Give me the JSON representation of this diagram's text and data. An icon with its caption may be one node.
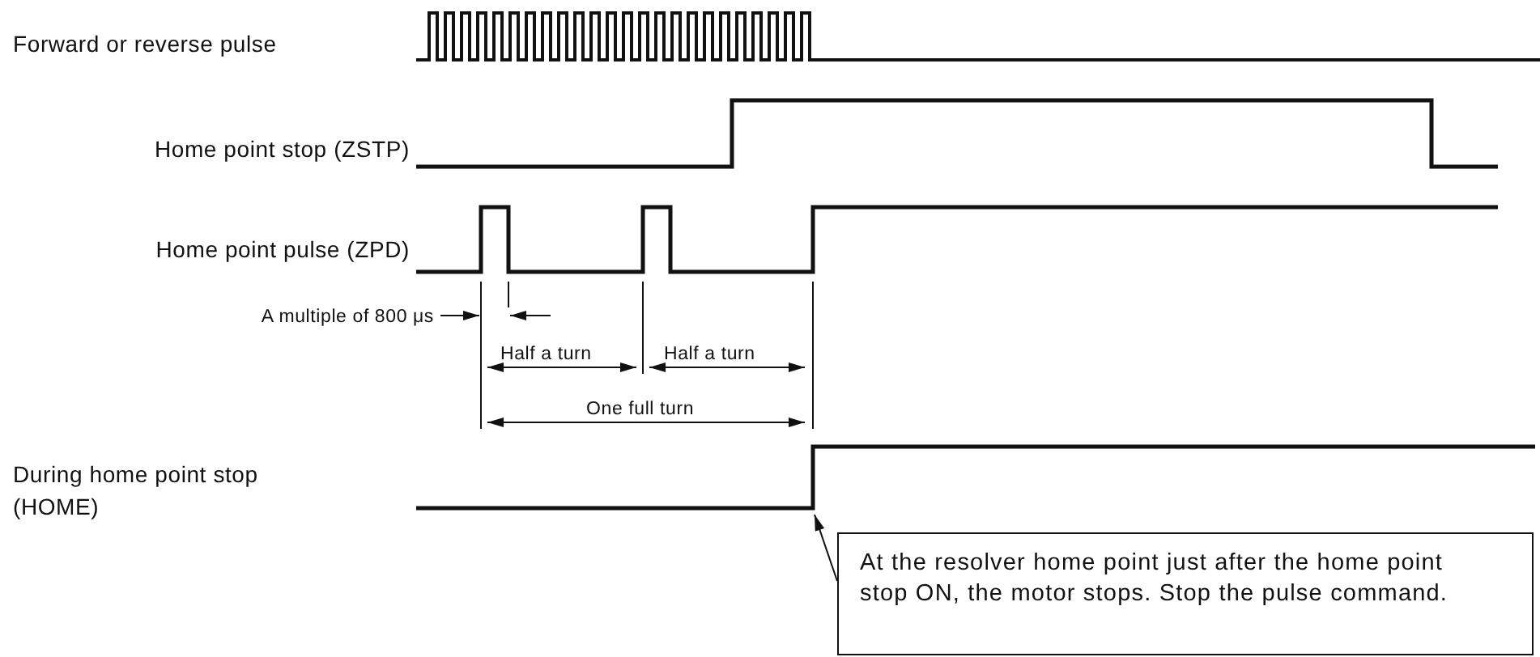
{
  "diagram": {
    "nodes": [
      {
        "text": [],
        "shape": "line"
      },
      {
        "text": [
          "At the resolver home point just after the home point stop ON, the motor stops. Stop the pulse command."
        ]
      }
    ],
    "edges": [
      {
        "from": 1,
        "to": 0,
        "arrow": "to"
      }
    ],
    "labels": [
      "Forward or reverse pulse",
      "Home point stop (ZSTP)",
      "Home point pulse (ZPD)",
      "A multiple of 800 μs",
      "Half a turn",
      "Half a turn",
      "One full turn",
      "During home point stop (HOME)"
    ]
  }
}
